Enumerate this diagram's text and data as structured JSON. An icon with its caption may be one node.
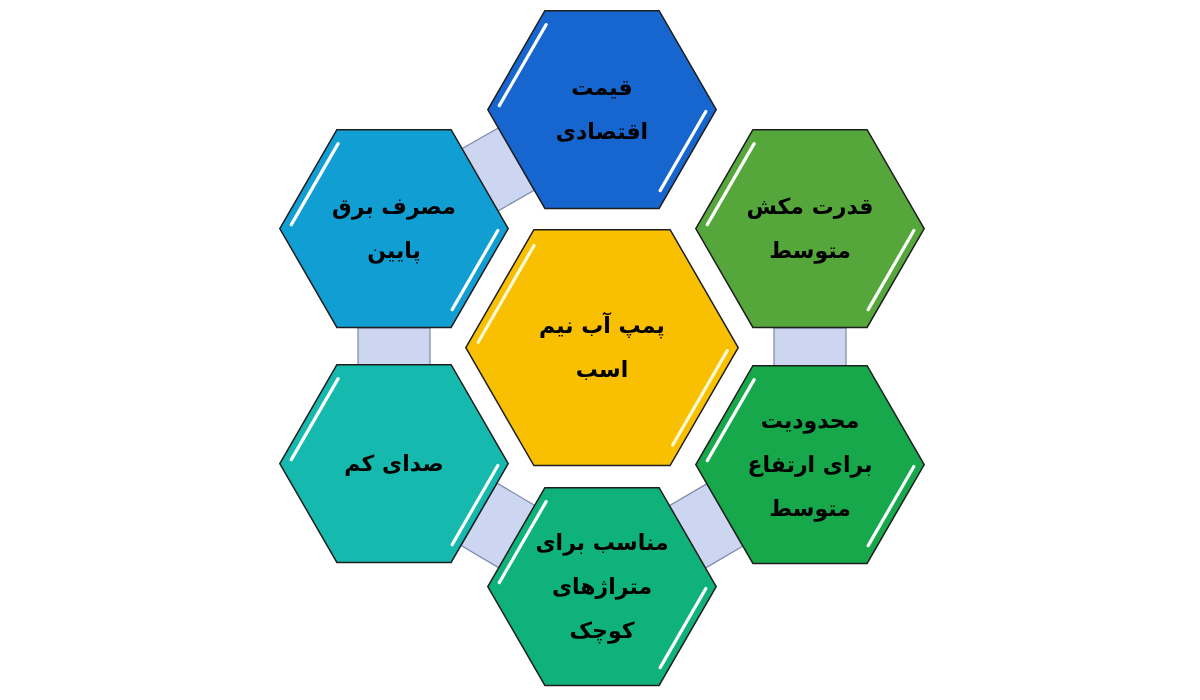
{
  "diagram": {
    "nodes": [
      {
        "text": [
          "پمپ آب نیم اسب"
        ]
      },
      {
        "text": [
          "قیمت اقتصادی"
        ]
      },
      {
        "text": [
          "قدرت مکش متوسط"
        ]
      },
      {
        "text": [
          "محدودیت برای ارتفاع متوسط"
        ]
      },
      {
        "text": [
          "مناسب برای متراژهای کوچک"
        ]
      },
      {
        "text": [
          "صدای کم"
        ]
      },
      {
        "text": [
          "مصرف برق پایین"
        ]
      }
    ],
    "edges": [
      {
        "from": 1,
        "to": 6,
        "arrow": "none"
      },
      {
        "from": 2,
        "to": 3,
        "arrow": "none"
      },
      {
        "from": 3,
        "to": 4,
        "arrow": "none"
      },
      {
        "from": 4,
        "to": 5,
        "arrow": "none"
      },
      {
        "from": 5,
        "to": 6,
        "arrow": "none"
      }
    ]
  }
}
